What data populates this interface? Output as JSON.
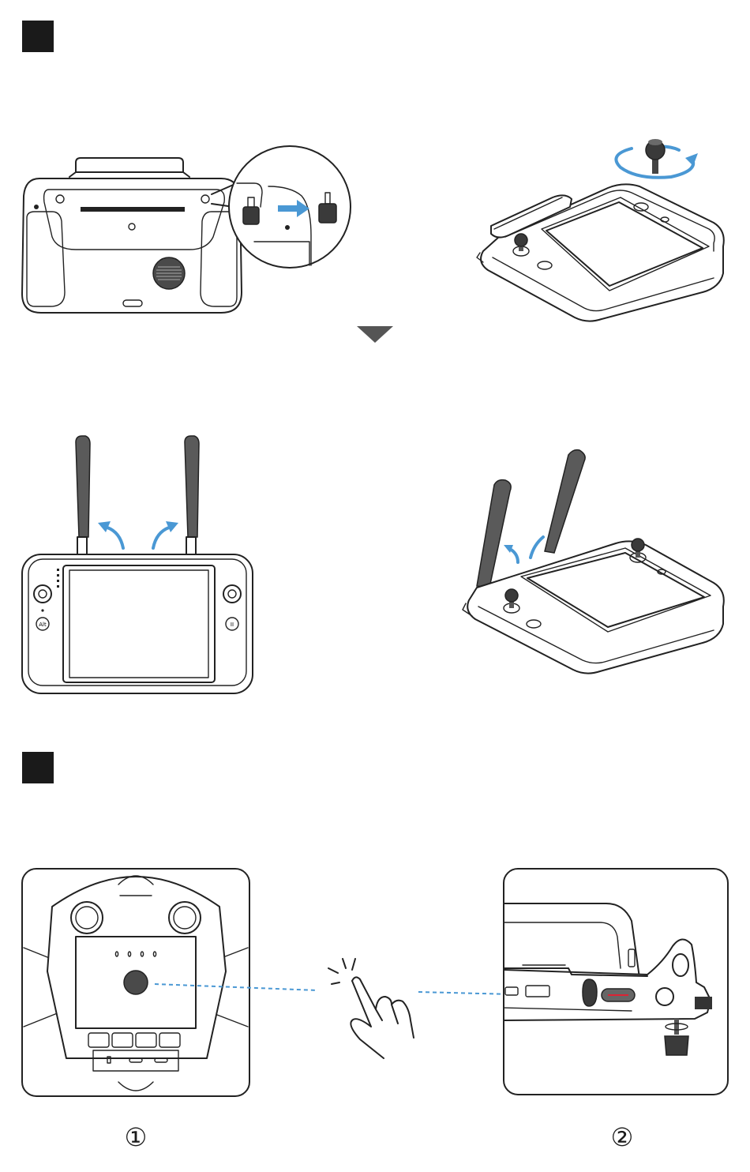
{
  "steps": [
    {
      "id": "step-1"
    },
    {
      "id": "step-2"
    }
  ],
  "labels": {
    "circle_one": "①",
    "circle_two": "②",
    "alt_button": "Alt",
    "pause_button": "II"
  },
  "colors": {
    "accent": "#4a98d4",
    "ink": "#1a1a1a"
  },
  "icons": [
    "arrow-right-icon",
    "rotate-arrow-icon",
    "down-triangle-icon",
    "curved-arrow-icon",
    "tap-hand-icon"
  ]
}
